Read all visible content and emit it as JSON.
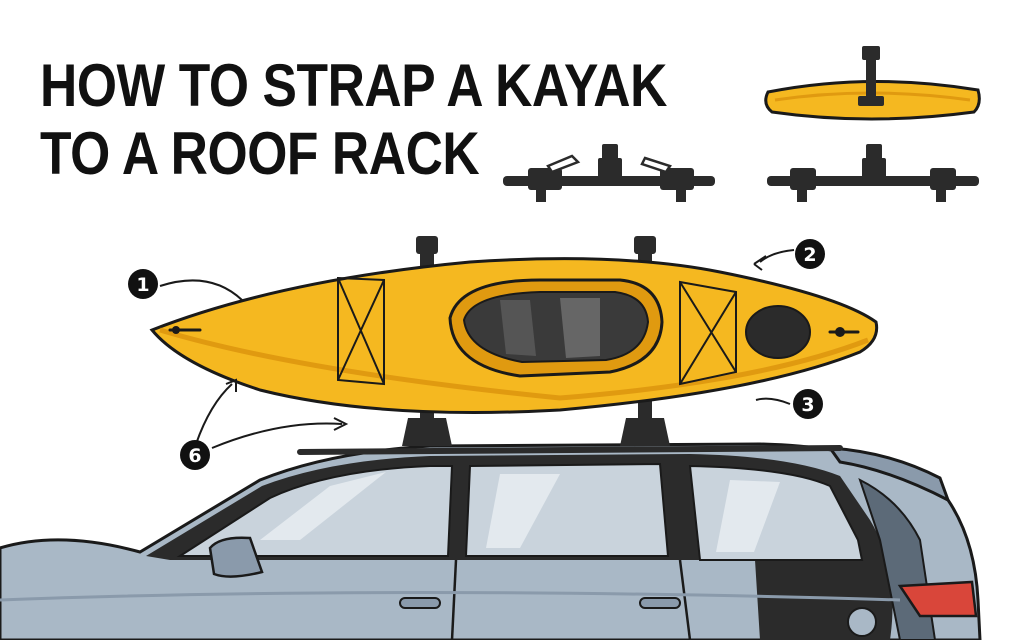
{
  "title": {
    "line1": "HOW TO STRAP A KAYAK",
    "line2": "TO A ROOF RACK"
  },
  "callouts": [
    {
      "id": "1",
      "label": "1"
    },
    {
      "id": "2",
      "label": "2"
    },
    {
      "id": "3",
      "label": "3"
    },
    {
      "id": "6",
      "label": "6"
    }
  ],
  "colors": {
    "kayak": "#f5b820",
    "kayak_shade": "#e09a10",
    "car_body": "#a9b8c6",
    "car_shadow": "#8a9aab",
    "window": "#c9d3dc",
    "outline": "#1a1a1a",
    "rack": "#2b2b2b",
    "taillight": "#d9463a"
  },
  "icons": [
    "kayak-top-view",
    "roof-rack-bar",
    "kayak-side-view",
    "suv-car"
  ]
}
